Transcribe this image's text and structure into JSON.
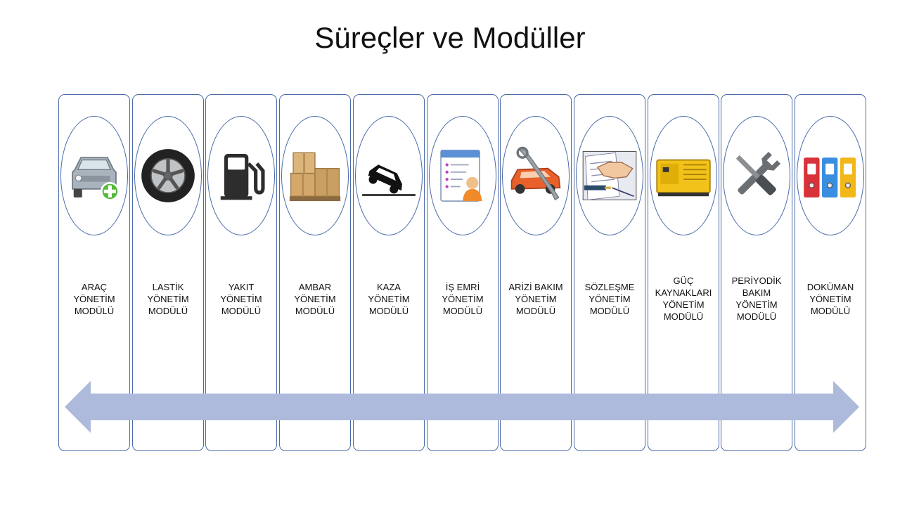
{
  "title": "Süreçler ve Modüller",
  "modules": [
    {
      "label": "ARAÇ\nYÖNETİM\nMODÜLÜ",
      "icon": "car-add-icon"
    },
    {
      "label": "LASTİK\nYÖNETİM\nMODÜLÜ",
      "icon": "tire-icon"
    },
    {
      "label": "YAKIT\nYÖNETİM\nMODÜLÜ",
      "icon": "fuel-pump-icon"
    },
    {
      "label": "AMBAR\nYÖNETİM\nMODÜLÜ",
      "icon": "boxes-icon"
    },
    {
      "label": "KAZA\nYÖNETİM\nMODÜLÜ",
      "icon": "car-crash-icon"
    },
    {
      "label": "İŞ EMRİ\nYÖNETİM\nMODÜLÜ",
      "icon": "work-order-icon"
    },
    {
      "label": "ARİZİ BAKIM\nYÖNETİM\nMODÜLÜ",
      "icon": "car-repair-icon"
    },
    {
      "label": "SÖZLEŞME\nYÖNETİM\nMODÜLÜ",
      "icon": "contract-handshake-icon"
    },
    {
      "label": "GÜÇ\nKAYNAKLARI\nYÖNETİM\nMODÜLÜ",
      "icon": "generator-icon"
    },
    {
      "label": "PERİYODİK\nBAKIM\nYÖNETİM\nMODÜLÜ",
      "icon": "tools-icon"
    },
    {
      "label": "DOKÜMAN\nYÖNETİM\nMODÜLÜ",
      "icon": "binders-icon"
    }
  ],
  "colors": {
    "border": "#4a6aa8",
    "arrow": "#adbadc"
  }
}
